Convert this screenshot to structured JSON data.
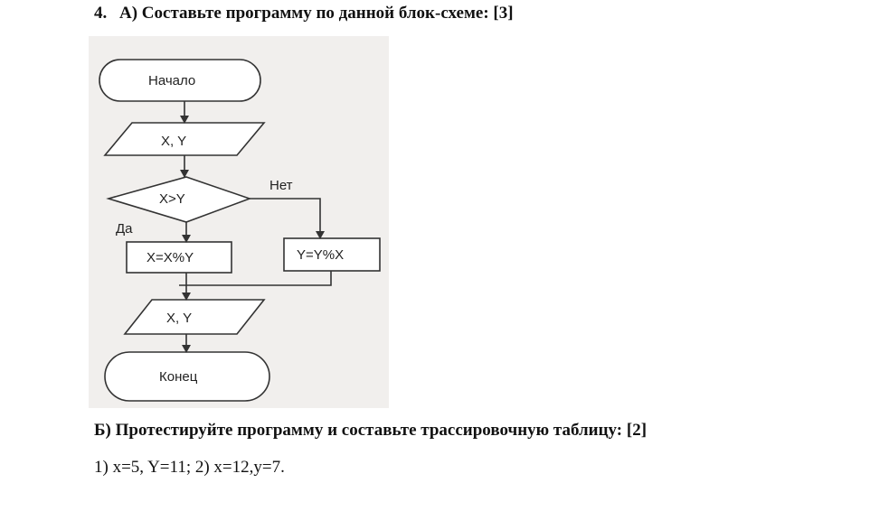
{
  "task_a": {
    "number": "4.",
    "text": "А) Составьте программу по данной блок-схеме: [3]"
  },
  "flowchart": {
    "start": "Начало",
    "input": "X, Y",
    "condition": "X>Y",
    "no_label": "Нет",
    "yes_label": "Да",
    "yes_action": "X=X%Y",
    "no_action": "Y=Y%X",
    "output": "X, Y",
    "end": "Конец"
  },
  "task_b": {
    "text": "Б) Протестируйте программу и составьте трассировочную таблицу: [2]",
    "data": "1) x=5, Y=11; 2) x=12,y=7."
  }
}
